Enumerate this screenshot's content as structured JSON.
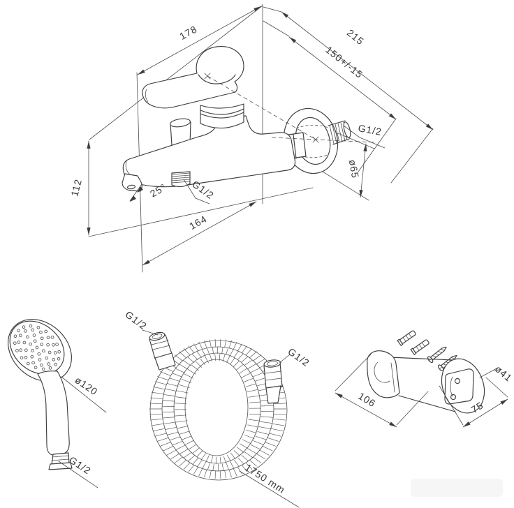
{
  "colors": {
    "ink": "#3d3d3d",
    "thin": "#4d4d4d"
  },
  "mixer": {
    "width_top": "178",
    "depth_total": "215",
    "depth_wall": "150+/-15",
    "wall_thread": "G1/2",
    "flange_diameter": "ø65",
    "height": "112",
    "spout_angle": "25°",
    "bottom_thread": "G1/2",
    "width_bottom": "164"
  },
  "hand_shower": {
    "head_diameter": "ø120",
    "thread": "G1/2"
  },
  "hose": {
    "thread_left": "G1/2",
    "thread_right": "G1/2",
    "length": "1750 mm"
  },
  "bracket": {
    "hole_diameter": "ø41",
    "width": "106",
    "depth": "75"
  }
}
